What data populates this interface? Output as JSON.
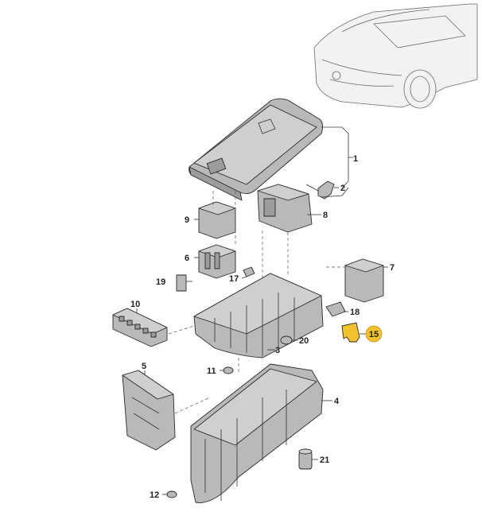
{
  "diagram": {
    "callouts": [
      {
        "id": "c1",
        "label": "1"
      },
      {
        "id": "c2",
        "label": "2"
      },
      {
        "id": "c3",
        "label": "3"
      },
      {
        "id": "c4",
        "label": "4"
      },
      {
        "id": "c5",
        "label": "5"
      },
      {
        "id": "c6",
        "label": "6"
      },
      {
        "id": "c7",
        "label": "7"
      },
      {
        "id": "c8",
        "label": "8"
      },
      {
        "id": "c9",
        "label": "9"
      },
      {
        "id": "c10",
        "label": "10"
      },
      {
        "id": "c11",
        "label": "11"
      },
      {
        "id": "c12",
        "label": "12"
      },
      {
        "id": "c15",
        "label": "15",
        "highlighted": true
      },
      {
        "id": "c17",
        "label": "17"
      },
      {
        "id": "c18",
        "label": "18"
      },
      {
        "id": "c19",
        "label": "19"
      },
      {
        "id": "c20",
        "label": "20"
      },
      {
        "id": "c21",
        "label": "21"
      }
    ],
    "colors": {
      "highlight": "#f2c12e",
      "part_fill": "#b9b9b9",
      "outline": "#2a2a2a"
    }
  }
}
